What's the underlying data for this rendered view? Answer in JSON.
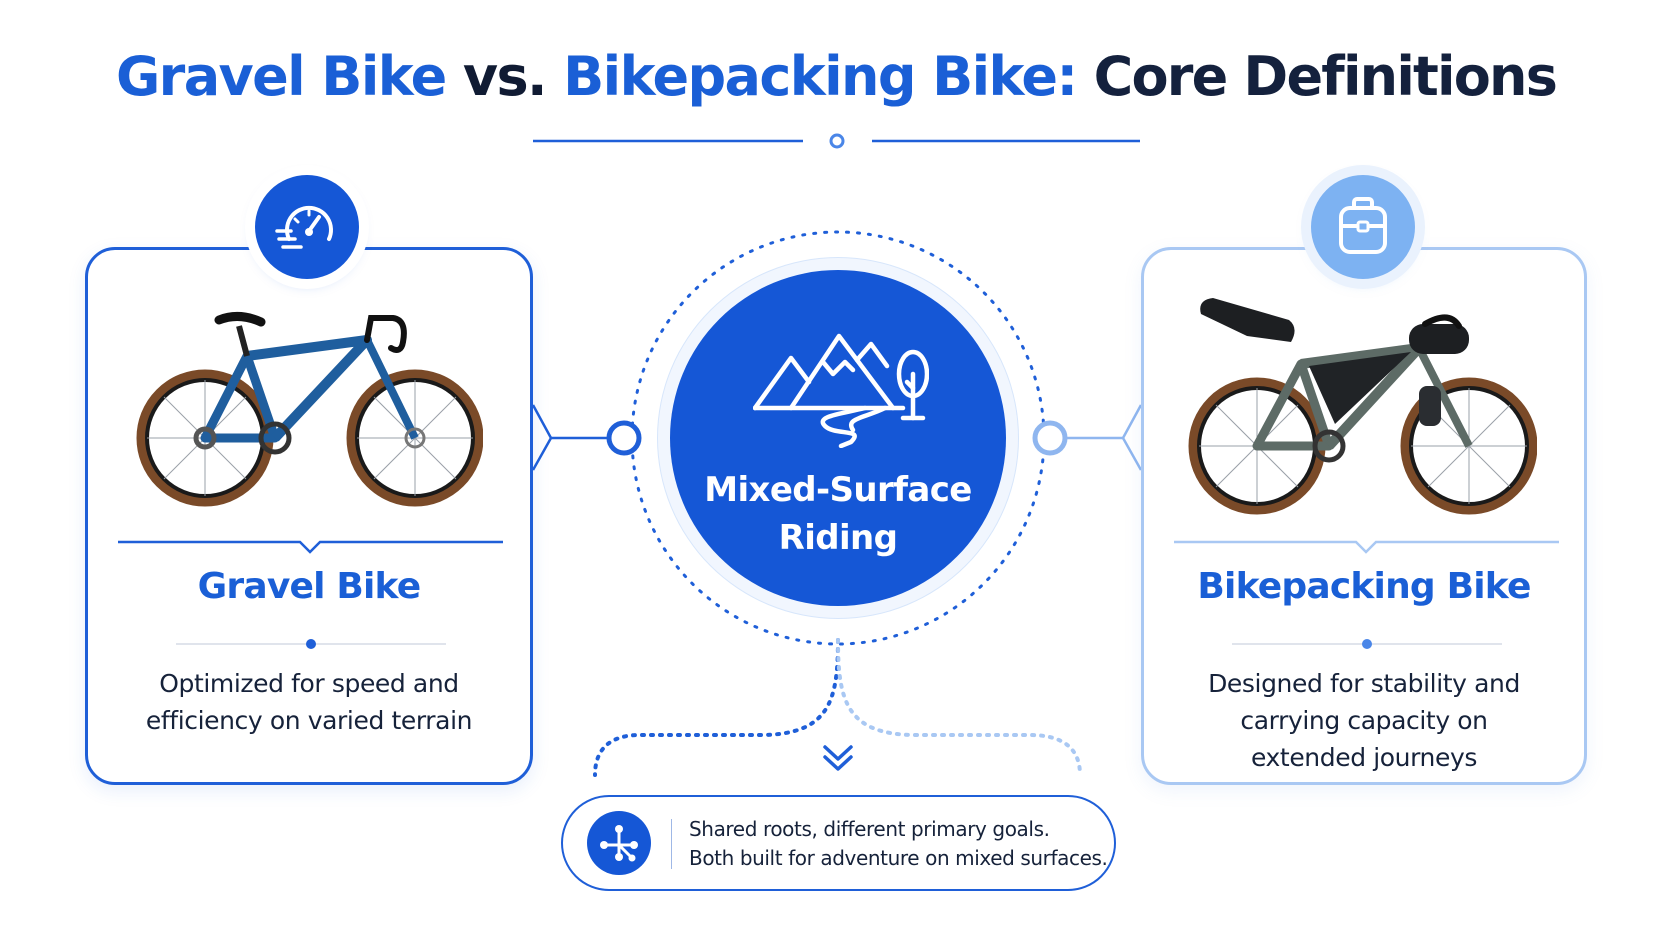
{
  "title": {
    "part1": "Gravel Bike",
    "part2": "vs.",
    "part3": "Bikepacking Bike:",
    "part4": "Core Definitions"
  },
  "hub": {
    "label_line1": "Mixed-Surface",
    "label_line2": "Riding",
    "icon": "mountains-road-tree-icon"
  },
  "gravel": {
    "title": "Gravel Bike",
    "description_line1": "Optimized for speed and",
    "description_line2": "efficiency on varied terrain",
    "icon": "speedometer-icon"
  },
  "bikepacking": {
    "title": "Bikepacking Bike",
    "description_line1": "Designed for stability and",
    "description_line2": "carrying capacity on",
    "description_line3": "extended journeys",
    "icon": "backpack-icon"
  },
  "note": {
    "line1": "Shared roots, different primary goals.",
    "line2": "Both built for adventure on mixed surfaces.",
    "icon": "network-nodes-icon"
  },
  "colors": {
    "primary_blue": "#1557d6",
    "light_blue": "#7db2f2",
    "dark_text": "#101b33"
  }
}
